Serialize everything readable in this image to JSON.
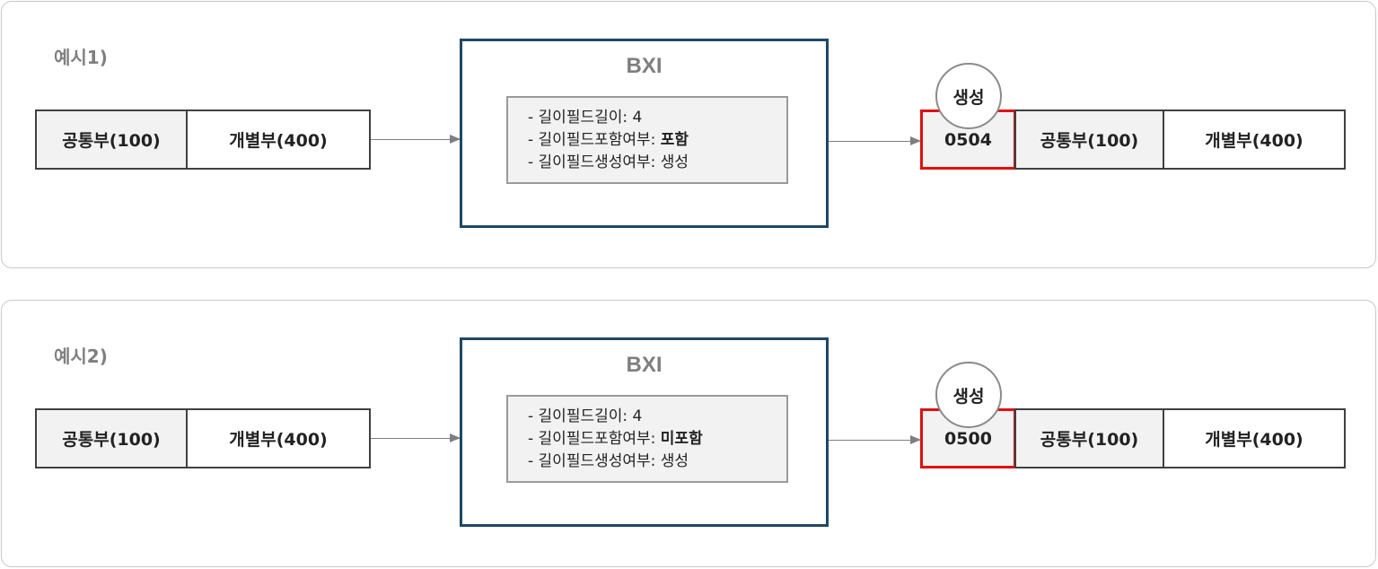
{
  "examples": [
    {
      "label": "예시1)",
      "input": {
        "common": "공통부(100)",
        "individual": "개별부(400)"
      },
      "bxi": {
        "title": "BXI",
        "rules": [
          {
            "prefix": "-  길이필드길이: ",
            "value": "4",
            "bold": false
          },
          {
            "prefix": "-  길이필드포함여부: ",
            "value": "포함",
            "bold": true
          },
          {
            "prefix": "-  길이필드생성여부: ",
            "value": "생성",
            "bold": false
          }
        ]
      },
      "output": {
        "badge": "생성",
        "length": "0504",
        "common": "공통부(100)",
        "individual": "개별부(400)"
      }
    },
    {
      "label": "예시2)",
      "input": {
        "common": "공통부(100)",
        "individual": "개별부(400)"
      },
      "bxi": {
        "title": "BXI",
        "rules": [
          {
            "prefix": "-  길이필드길이: ",
            "value": "4",
            "bold": false
          },
          {
            "prefix": "-  길이필드포함여부: ",
            "value": "미포함",
            "bold": true
          },
          {
            "prefix": "-  길이필드생성여부: ",
            "value": "생성",
            "bold": false
          }
        ]
      },
      "output": {
        "badge": "생성",
        "length": "0500",
        "common": "공통부(100)",
        "individual": "개별부(400)"
      }
    }
  ],
  "colors": {
    "highlight": "#e01010",
    "bxi_border": "#1f4766",
    "label_grey": "#7f7f7f"
  }
}
